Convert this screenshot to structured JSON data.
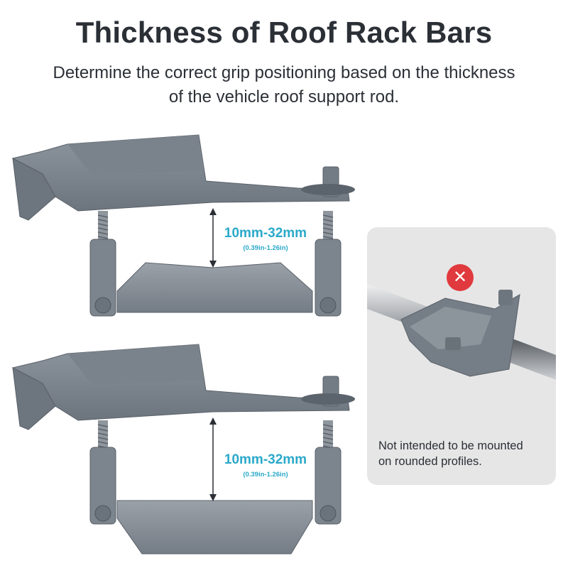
{
  "title": "Thickness of Roof Rack Bars",
  "subtitle_line1": "Determine the correct grip positioning based on the thickness",
  "subtitle_line2": "of the vehicle roof support rod.",
  "clamps": [
    {
      "range_mm": "10mm-32mm",
      "range_in": "(0.39in-1.26in)"
    },
    {
      "range_mm": "10mm-32mm",
      "range_in": "(0.39in-1.26in)"
    }
  ],
  "warning": {
    "note_line1": "Not intended to be mounted",
    "note_line2": "on rounded profiles.",
    "icon": "cross-mark-icon",
    "icon_color": "#e03a3e"
  },
  "colors": {
    "clamp_gray": "#7e8791",
    "accent": "#2aa9c9",
    "text": "#2b2f36"
  }
}
